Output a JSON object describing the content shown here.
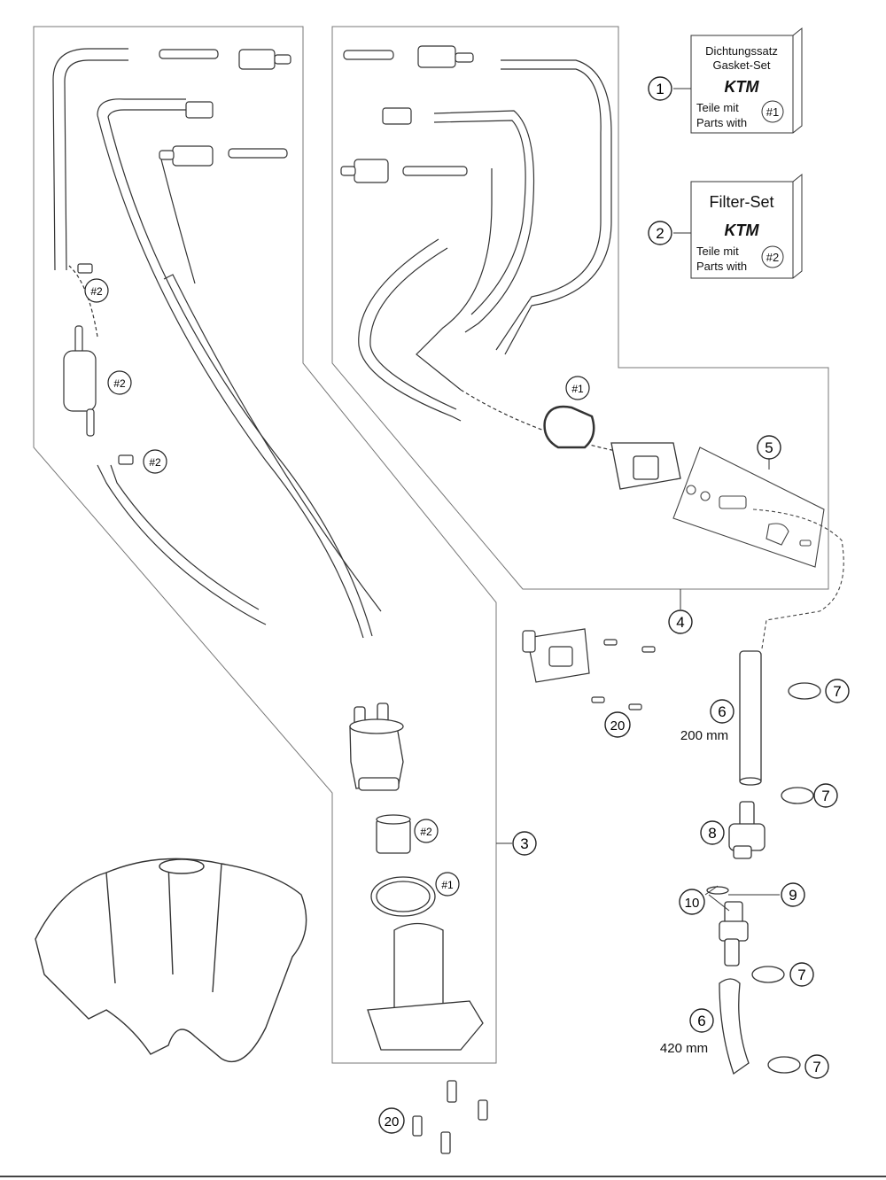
{
  "kits": [
    {
      "number": "1",
      "title_lines": [
        "Dichtungssatz",
        "Gasket-Set"
      ],
      "brand": "KTM",
      "parts_lines": [
        "Teile mit",
        "Parts with"
      ],
      "mark": "#1"
    },
    {
      "number": "2",
      "title_lines": [
        "Filter-Set"
      ],
      "brand": "KTM",
      "parts_lines": [
        "Teile mit",
        "Parts with"
      ],
      "mark": "#2"
    }
  ],
  "callouts": {
    "n3": "3",
    "n4": "4",
    "n5": "5",
    "n6a": "6",
    "n6b": "6",
    "n7a": "7",
    "n7b": "7",
    "n7c": "7",
    "n7d": "7",
    "n8": "8",
    "n9": "9",
    "n10": "10",
    "n20a": "20",
    "n20b": "20"
  },
  "marks": {
    "m2a": "#2",
    "m2b": "#2",
    "m2c": "#2",
    "m2d": "#2",
    "m1a": "#1",
    "m1b": "#1"
  },
  "lengths": {
    "hose_short": "200 mm",
    "hose_long": "420 mm"
  }
}
